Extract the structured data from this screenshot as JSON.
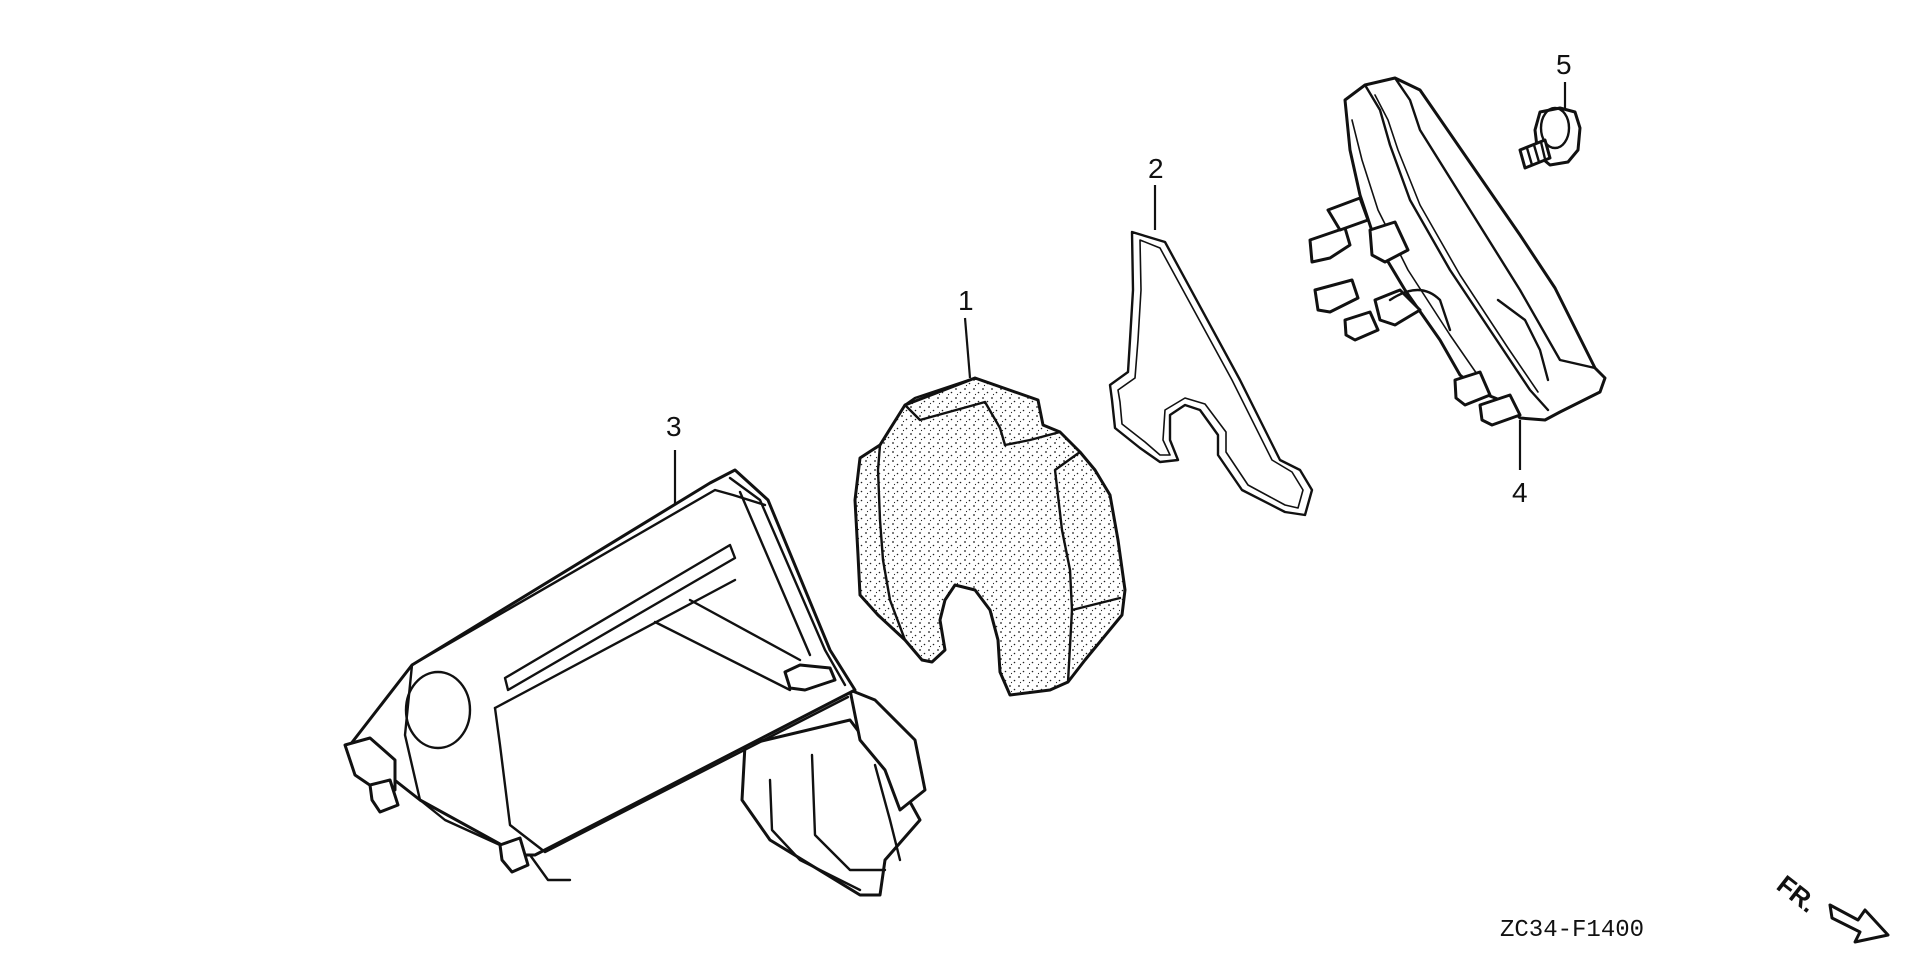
{
  "callouts": {
    "part_1": "1",
    "part_2": "2",
    "part_3": "3",
    "part_4": "4",
    "part_5": "5"
  },
  "diagram_code": "ZC34-F1400",
  "direction_indicator": "FR."
}
